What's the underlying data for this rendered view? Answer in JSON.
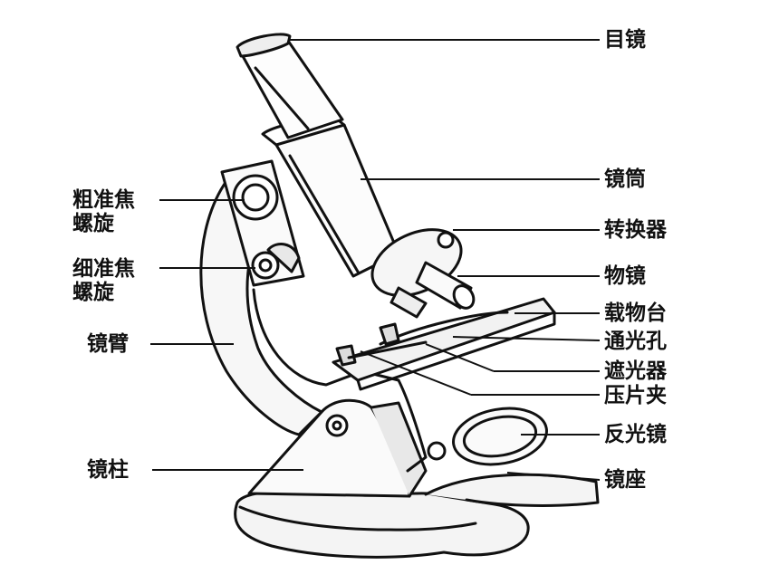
{
  "diagram": {
    "labels": {
      "eyepiece": "目镜",
      "tube": "镜筒",
      "nosepiece": "转换器",
      "objective": "物镜",
      "stage": "载物台",
      "stage_hole": "通光孔",
      "diaphragm": "遮光器",
      "stage_clips": "压片夹",
      "mirror": "反光镜",
      "base": "镜座",
      "coarse_focus_line1": "粗准焦",
      "coarse_focus_line2": "螺旋",
      "fine_focus_line1": "细准焦",
      "fine_focus_line2": "螺旋",
      "arm": "镜臂",
      "pillar": "镜柱"
    }
  }
}
